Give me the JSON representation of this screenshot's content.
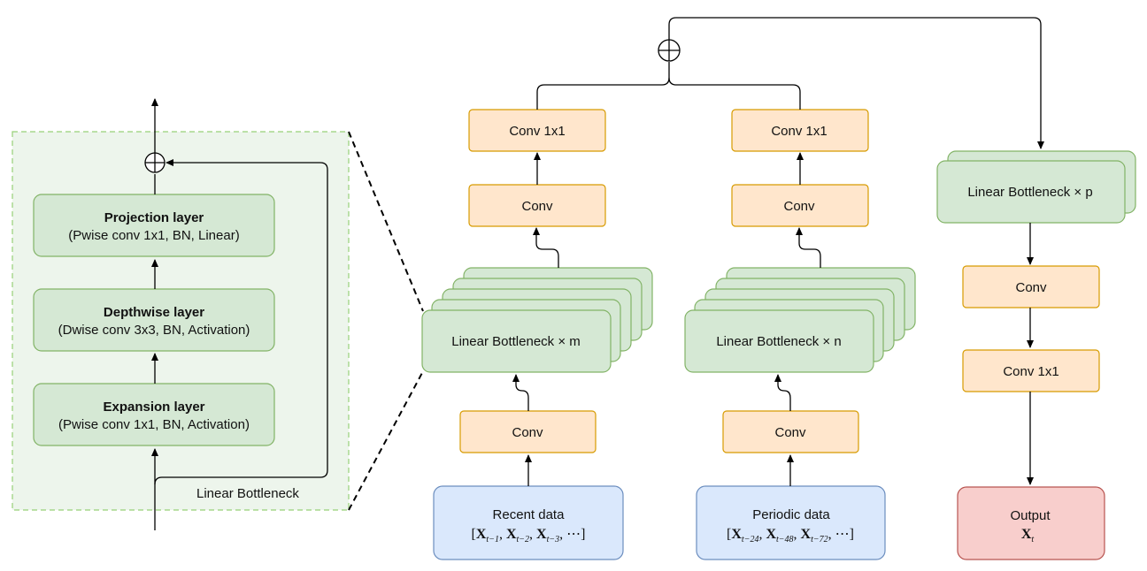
{
  "inset": {
    "title": "Linear Bottleneck",
    "projection": {
      "title": "Projection layer",
      "detail": "(Pwise conv 1x1, BN, Linear)"
    },
    "depthwise": {
      "title": "Depthwise layer",
      "detail": "(Dwise conv 3x3, BN, Activation)"
    },
    "expansion": {
      "title": "Expansion layer",
      "detail": "(Pwise conv 1x1, BN, Activation)"
    }
  },
  "recent_branch": {
    "input_title": "Recent data",
    "input_math": {
      "open": "[",
      "items": [
        "t−1",
        "t−2",
        "t−3"
      ],
      "tail": "⋯]"
    },
    "conv_in": "Conv",
    "bottleneck": "Linear Bottleneck × m",
    "conv_mid": "Conv",
    "conv_out": "Conv 1x1"
  },
  "periodic_branch": {
    "input_title": "Periodic data",
    "input_math": {
      "open": "[",
      "items": [
        "t−24",
        "t−48",
        "t−72"
      ],
      "tail": "⋯]"
    },
    "conv_in": "Conv",
    "bottleneck": "Linear Bottleneck × n",
    "conv_mid": "Conv",
    "conv_out": "Conv 1x1"
  },
  "fusion_branch": {
    "bottleneck": "Linear Bottleneck × p",
    "conv": "Conv",
    "conv_1x1": "Conv 1x1",
    "output_title": "Output",
    "output_math": "t"
  },
  "colors": {
    "conv": "#ffe6cc",
    "bottleneck": "#d5e8d4",
    "input": "#dae8fc",
    "output": "#f8cecc",
    "inset_background": "#edf5ec"
  }
}
